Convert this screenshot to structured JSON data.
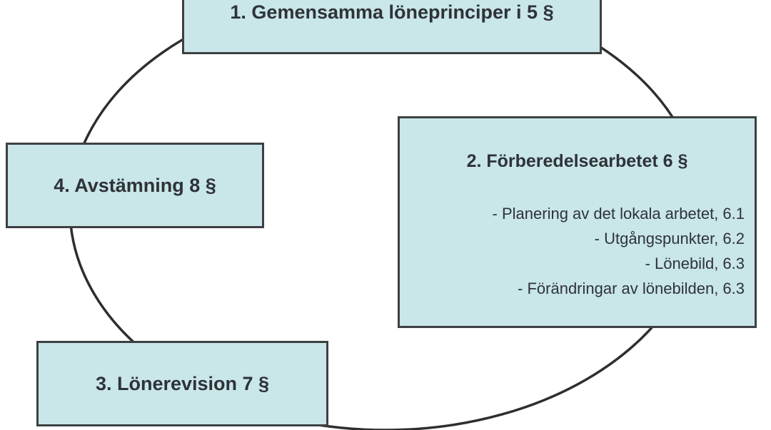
{
  "diagram": {
    "type": "cycle",
    "boxes": {
      "box1": {
        "label": "1. Gemensamma löneprinciper i 5 §"
      },
      "box2": {
        "title": "2. Förberedelsearbetet 6 §",
        "items": [
          "- Planering av det lokala arbetet, 6.1",
          "- Utgångspunkter, 6.2",
          "- Lönebild, 6.3",
          "- Förändringar av lönebilden, 6.3"
        ]
      },
      "box3": {
        "label": "3. Lönerevision 7 §"
      },
      "box4": {
        "label": "4. Avstämning 8 §"
      }
    },
    "colors": {
      "box_fill": "#c9e6e8",
      "box_border": "#3d4042",
      "cycle_line": "#2e2e2e",
      "text": "#2e3338",
      "background": "#ffffff"
    }
  }
}
